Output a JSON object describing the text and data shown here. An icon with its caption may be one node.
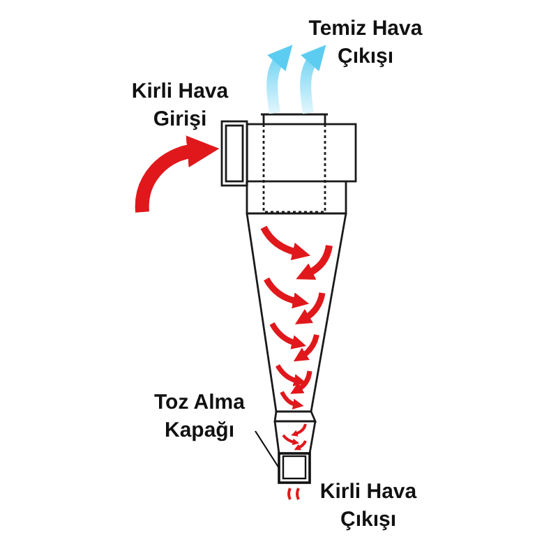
{
  "diagram": {
    "nodes": [
      {
        "text": [
          "Toz Alma Kapağı"
        ]
      },
      {
        "text": [],
        "shape": "box"
      }
    ],
    "edges": [
      {
        "from": 0,
        "to": 1,
        "arrow": "none"
      }
    ],
    "labels": [
      "Temiz Hava Çıkışı",
      "Kirli Hava Girişi",
      "Kirli Hava Çıkışı"
    ]
  }
}
